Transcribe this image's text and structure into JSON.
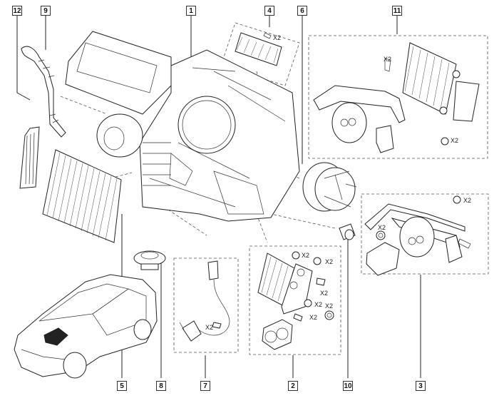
{
  "diagram": {
    "title": "",
    "callouts": [
      {
        "id": "1",
        "label": "1"
      },
      {
        "id": "2",
        "label": "2"
      },
      {
        "id": "3",
        "label": "3"
      },
      {
        "id": "4",
        "label": "4"
      },
      {
        "id": "5",
        "label": "5"
      },
      {
        "id": "6",
        "label": "6"
      },
      {
        "id": "7",
        "label": "7"
      },
      {
        "id": "8",
        "label": "8"
      },
      {
        "id": "9",
        "label": "9"
      },
      {
        "id": "10",
        "label": "10"
      },
      {
        "id": "11",
        "label": "11"
      },
      {
        "id": "12",
        "label": "12"
      }
    ],
    "quantity_marks": {
      "kit4_screw": "X2",
      "kit11_clip": "X2",
      "kit11_oring": "X2",
      "kit3_oring": "X2",
      "kit3_washer": "X2",
      "kit2_oring_top": "X2",
      "kit2_clip": "X2",
      "kit2_screw": "X2",
      "kit2_oring_mid": "X2",
      "kit2_washer": "X2",
      "kit2_screw_low": "X2",
      "kit7_screw": "X2"
    }
  }
}
